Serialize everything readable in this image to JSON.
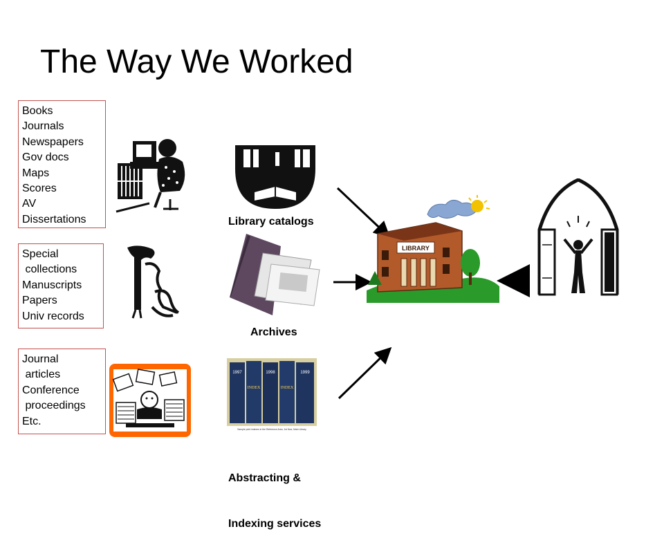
{
  "slide": {
    "title": "The Way We Worked"
  },
  "boxes": [
    {
      "lines": [
        "Books",
        "Journals",
        "Newspapers",
        "Gov docs",
        "Maps",
        "Scores",
        "AV",
        "Dissertations"
      ]
    },
    {
      "lines": [
        "Special",
        " collections",
        "Manuscripts",
        "Papers",
        "Univ records"
      ]
    },
    {
      "lines": [
        "Journal",
        " articles",
        "Conference",
        " proceedings",
        "Etc."
      ]
    }
  ],
  "labels": {
    "catalogs": "Library catalogs",
    "archives": "Archives",
    "abstracting_line1": "Abstracting &",
    "abstracting_line2": "Indexing services"
  },
  "illustrations": {
    "library_sign": "LIBRARY",
    "index_volume_years": [
      "1997",
      "1998",
      "1999"
    ],
    "index_spine_text": "INDEX",
    "shelf_caption": "Sample print indexes in the Reference Area, 1st floor, Main Library"
  },
  "colors": {
    "box_border": "#c0504d",
    "library_brick": "#b35a2b",
    "library_roof": "#7a3518",
    "cartoon_orange": "#ff6600",
    "binder_purple": "#5e4860",
    "grass_green": "#2a9a2a",
    "sun_yellow": "#f2c200",
    "cloud_blue": "#8aa7d4",
    "index_spine_blue": "#1f3560"
  }
}
